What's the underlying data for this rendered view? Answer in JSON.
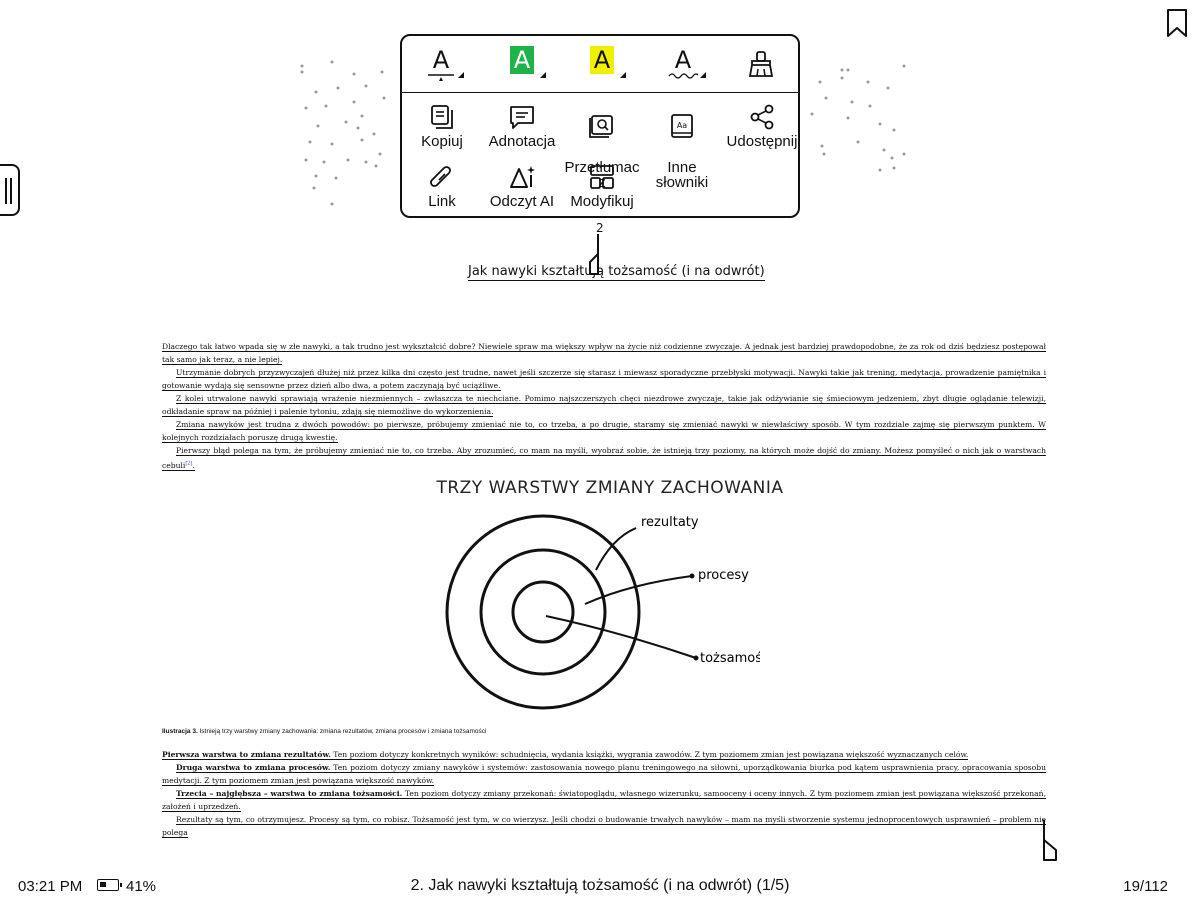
{
  "popup": {
    "highlight_styles": [
      {
        "name": "underline-style",
        "glyph": "A"
      },
      {
        "name": "green-highlight",
        "glyph": "A",
        "color": "#1fb34a"
      },
      {
        "name": "yellow-highlight",
        "glyph": "A",
        "color": "#f0f000"
      },
      {
        "name": "wavy-underline-style",
        "glyph": "A"
      }
    ],
    "actions": {
      "copy": "Kopiuj",
      "annotate": "Adnotacja",
      "translate": "Przetłumac\nz",
      "dictionaries": "Inne\nsłowniki",
      "share": "Udostępnij",
      "link": "Link",
      "ai_read": "Odczyt AI",
      "modify": "Modyfikuj"
    }
  },
  "page": {
    "number": "2",
    "chapter_title": "Jak nawyki kształtują tożsamość (i na odwrót)"
  },
  "body": {
    "p1": "Dlaczego tak łatwo wpada się w złe nawyki, a tak trudno jest wykształcić dobre? Niewiele spraw ma większy wpływ na życie niż codzienne zwyczaje. A jednak jest bardziej prawdopodobne, że za rok od dziś będziesz postępował tak samo jak teraz, a nie lepiej.",
    "p2": "Utrzymanie dobrych przyzwyczajeń dłużej niż przez kilka dni często jest trudne, nawet jeśli szczerze się starasz i miewasz sporadyczne przebłyski motywacji. Nawyki takie jak trening, medytacja, prowadzenie pamiętnika i gotowanie wydają się sensowne przez dzień albo dwa, a potem zaczynają być uciążliwe.",
    "p3": "Z kolei utrwalone nawyki sprawiają wrażenie niezmiennych – zwłaszcza te niechciane. Pomimo najszczerszych chęci niezdrowe zwyczaje, takie jak odżywianie się śmieciowym jedzeniem, zbyt długie oglądanie telewizji, odkładanie spraw na później i palenie tytoniu, zdają się niemożliwe do wykorzenienia.",
    "p4": "Zmiana nawyków jest trudna z dwóch powodów: po pierwsze, próbujemy zmieniać nie to, co trzeba, a po drugie, staramy się zmieniać nawyki w niewłaściwy sposób. W tym rozdziale zajmę się pierwszym punktem. W kolejnych rozdziałach poruszę drugą kwestię.",
    "p5": "Pierwszy błąd polega na tym, że próbujemy zmieniać nie to, co trzeba. Aby zrozumieć, co mam na myśli, wyobraź sobie, że istnieją trzy poziomy, na których może dojść do zmiany. Możesz pomyśleć o nich jak o warstwach cebuli",
    "p5_ref": "[2]"
  },
  "figure": {
    "title": "TRZY WARSTWY ZMIANY ZACHOWANIA",
    "labels": {
      "outer": "rezultaty",
      "middle": "procesy",
      "inner": "tożsamość"
    },
    "caption_label": "Ilustracja 3.",
    "caption_text": " Istnieją trzy warstwy zmiany zachowania: zmiana rezultatów, zmiana procesów i zmiana tożsamości"
  },
  "body2": {
    "p1_bold": "Pierwsza warstwa to zmiana rezultatów.",
    "p1": " Ten poziom dotyczy konkretnych wyników: schudnięcia, wydania książki, wygrania zawodów. Z tym poziomem zmian jest powiązana większość wyznaczanych celów.",
    "p2_bold": "Druga warstwa to zmiana procesów.",
    "p2": " Ten poziom dotyczy zmiany nawyków i systemów: zastosowania nowego planu treningowego na siłowni, uporządkowania biurka pod kątem usprawnienia pracy, opracowania sposobu medytacji. Z tym poziomem zmian jest powiązana większość nawyków.",
    "p3_bold": "Trzecia – najgłębsza – warstwa to zmiana tożsamości.",
    "p3": " Ten poziom dotyczy zmiany przekonań: światopoglądu, własnego wizerunku, samooceny i oceny innych. Z tym poziomem zmian jest powiązana większość przekonań, założeń i uprzedzeń.",
    "p4": "Rezultaty są tym, co otrzymujesz. Procesy są tym, co robisz. Tożsamość jest tym, w co wierzysz. Jeśli chodzi o budowanie trwałych nawyków – mam na myśli stworzenie systemu jednoprocentowych usprawnień – problem nie polega"
  },
  "footer": {
    "time": "03:21 PM",
    "battery": "41%",
    "battery_level": 0.41,
    "chapter": "2. Jak nawyki kształtują tożsamość (i na odwrót) (1/5)",
    "page_count": "19/112"
  },
  "icons": [
    "bookmark-icon",
    "side-menu-handle-icon",
    "eraser-icon",
    "copy-icon",
    "annotation-icon",
    "translate-icon",
    "dictionary-icon",
    "share-icon",
    "link-icon",
    "ai-read-icon",
    "modify-layout-icon",
    "selection-cursor-icon"
  ]
}
